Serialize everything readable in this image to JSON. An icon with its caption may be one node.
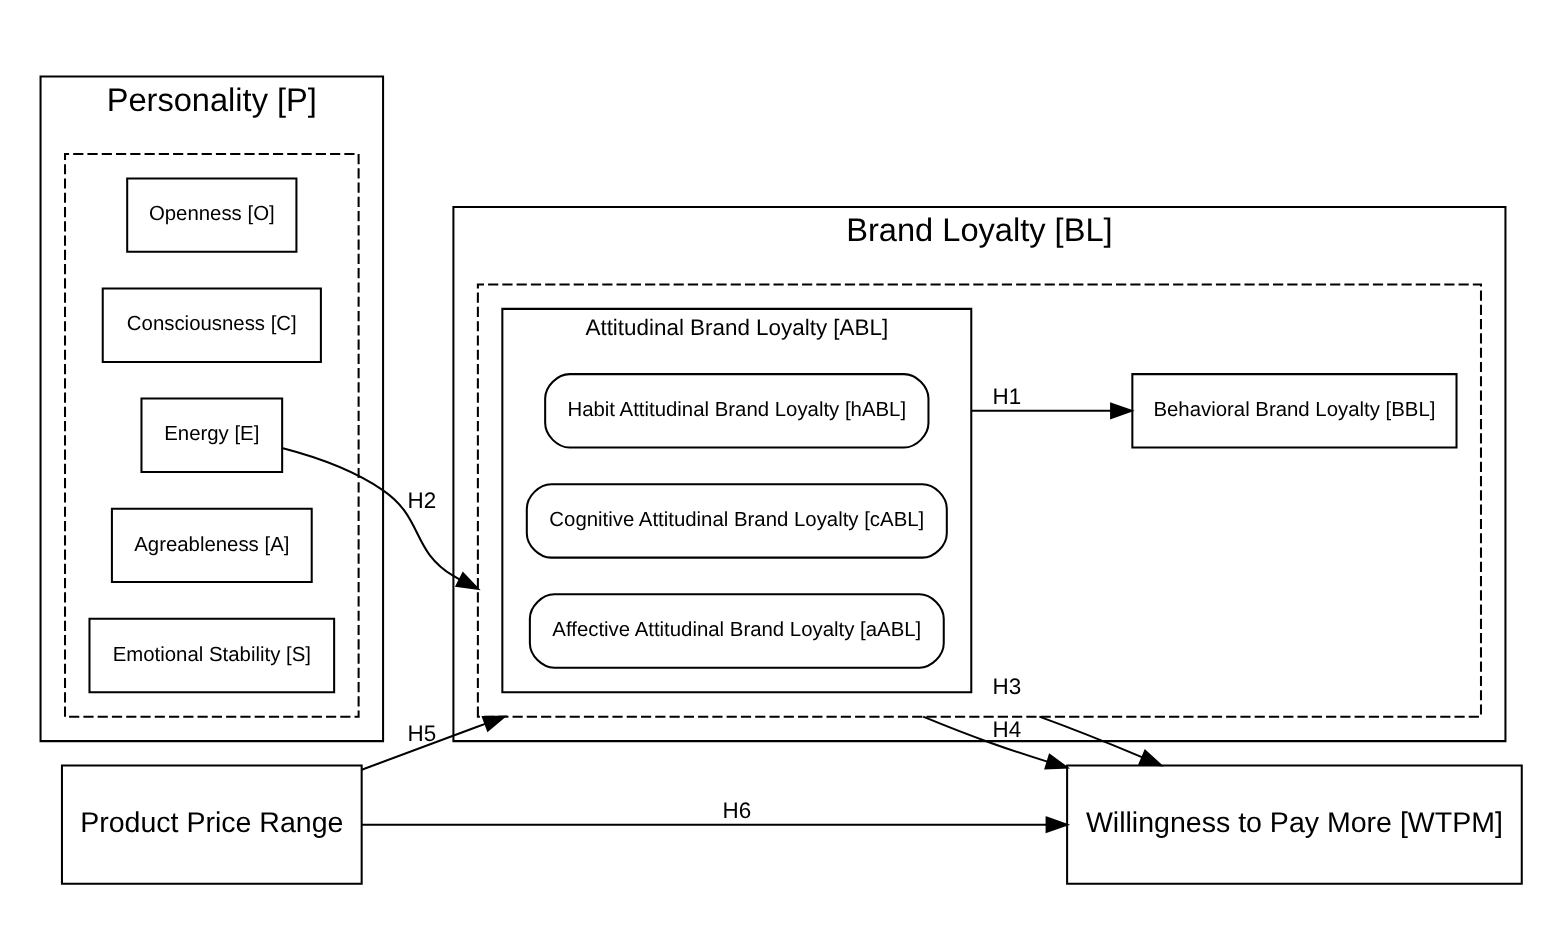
{
  "diagram": {
    "nodes": [
      {
        "text": [
          "Personality [P]"
        ]
      },
      {
        "text": [],
        "shape": "box",
        "in": 0
      },
      {
        "text": [
          "Openness [O]"
        ],
        "in": 1
      },
      {
        "text": [
          "Consciousness [C]"
        ],
        "in": 1
      },
      {
        "text": [
          "Energy [E]"
        ],
        "in": 1
      },
      {
        "text": [
          "Agreableness [A]"
        ],
        "in": 1
      },
      {
        "text": [
          "Emotional Stability [S]"
        ],
        "in": 1
      },
      {
        "text": [
          "Brand Loyalty [BL]"
        ]
      },
      {
        "text": [],
        "shape": "box",
        "in": 7
      },
      {
        "text": [
          "Attitudinal Brand Loyalty [ABL]"
        ],
        "in": 8
      },
      {
        "text": [
          "Affective Attitudinal Brand Loyalty [aABL]"
        ],
        "in": 9
      },
      {
        "text": [
          "Cognitive Attitudinal Brand Loyalty [cABL]"
        ],
        "in": 9
      },
      {
        "text": [
          "Habit Attitudinal Brand Loyalty [hABL]"
        ],
        "in": 9
      },
      {
        "text": [
          "Behavioral Brand Loyalty [BBL]"
        ],
        "in": 8
      },
      {
        "text": [
          "Willingness to Pay More [WTPM]"
        ]
      },
      {
        "text": [
          "Product Price Range"
        ]
      }
    ],
    "edges": [
      {
        "from": 4,
        "to": 8,
        "arrow": "to",
        "label": "H2"
      },
      {
        "from": 9,
        "to": 13,
        "arrow": "to",
        "label": "H1"
      },
      {
        "from": 8,
        "to": 14,
        "arrow": "to",
        "label": "H3"
      },
      {
        "from": 8,
        "to": 14,
        "arrow": "to",
        "label": "H4"
      },
      {
        "from": 15,
        "to": 8,
        "arrow": "to",
        "label": "H5"
      },
      {
        "from": 15,
        "to": 14,
        "arrow": "to",
        "label": "H6"
      }
    ]
  }
}
